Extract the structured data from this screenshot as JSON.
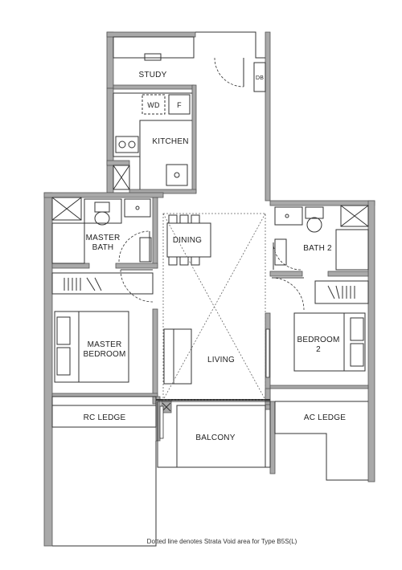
{
  "rooms": {
    "study": "STUDY",
    "db": "DB",
    "wd": "WD",
    "fridge": "F",
    "kitchen": "KITCHEN",
    "dining": "DINING",
    "master_bath_1": "MASTER",
    "master_bath_2": "BATH",
    "bath2": "BATH 2",
    "master_bedroom_1": "MASTER",
    "master_bedroom_2": "BEDROOM",
    "living": "LIVING",
    "bedroom2_1": "BEDROOM",
    "bedroom2_2": "2",
    "rc_ledge": "RC LEDGE",
    "balcony": "BALCONY",
    "ac_ledge": "AC LEDGE"
  },
  "note": "Dotted line denotes Strata Void area for Type B5S(L)",
  "colors": {
    "wall": "#a9a9a9",
    "wall_edge": "#555555",
    "line": "#333333"
  }
}
